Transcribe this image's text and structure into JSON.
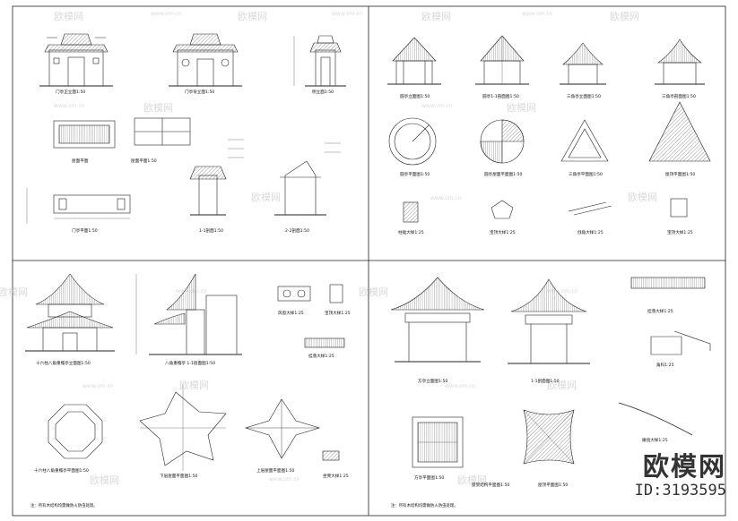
{
  "watermark": {
    "brand": "欧模网",
    "url": "www.om.cn"
  },
  "brand_block": {
    "logo": "欧模网",
    "id": "ID:3193595"
  },
  "panels": {
    "top_left": {
      "captions": {
        "front": "门亭正立面1:50",
        "back": "门亭背立面1:50",
        "side": "侧立面1:50",
        "roof_plan": "屋面平面",
        "roof_frame": "屋面平面1:50",
        "floor_plan": "门亭平面1:50",
        "section1": "1-1剖面1:50",
        "section2": "2-2剖面1:50"
      }
    },
    "top_right": {
      "captions": {
        "round_elev": "圆亭立面图1:50",
        "round_section": "圆亭1-1剖面图1:50",
        "tri_elev": "三角亭立面图1:50",
        "tri_section": "三角亭剖面图1:50",
        "round_plan": "圆亭平面图1:50",
        "round_roof": "圆亭屋面平面图1:50",
        "tri_plan": "三角亭平面图1:50",
        "tri_roof": "屋顶平面图1:50",
        "detail_a": "柱础大样1:25",
        "detail_b": "宝顶大样1:25",
        "detail_c": "戗角大样1:25",
        "detail_d": "宝顶大样1:25"
      }
    },
    "bottom_left": {
      "captions": {
        "elev": "十六柱八角重檐亭立面图1:50",
        "section": "八角重檐亭 1-1剖面图1:50",
        "detail_a": "风窗大样1:25",
        "detail_b": "宝顶大样1:25",
        "detail_c": "挂落大样1:25",
        "plan": "十六柱八角重檐亭平面图1:50",
        "lower_roof": "下层屋面平面图1:50",
        "upper_roof": "上层屋面平面图1:50",
        "detail_d": "坐凳大样1:25",
        "note": "注：所有木结构均需做防火防虫处理。"
      }
    },
    "bottom_right": {
      "captions": {
        "elev": "方亭立面图1:50",
        "section": "1-1剖面图1:50",
        "plan": "方亭平面图1:50",
        "roof_frame": "屋架结构平面图1:50",
        "roof_plan": "屋顶平面图1:50",
        "detail_a": "挂落大样1:25",
        "detail_b": "角科1:25",
        "detail_c": "嫩戗大样1:25",
        "note": "注：所有木结构均需做防火防虫处理。"
      }
    }
  }
}
